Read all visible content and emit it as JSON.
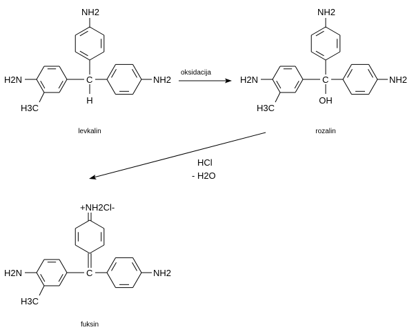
{
  "molecules": {
    "levkalin": {
      "name": "levkalin",
      "top": "NH2",
      "left": "H2N",
      "right": "NH2",
      "methyl": "H3C",
      "center": "C",
      "below": "H"
    },
    "rozalin": {
      "name": "rozalin",
      "top": "NH2",
      "left": "H2N",
      "right": "NH2",
      "methyl": "H3C",
      "center": "C",
      "below": "OH"
    },
    "fuksin": {
      "name": "fuksin",
      "top": "+NH2Cl-",
      "left": "H2N",
      "right": "NH2",
      "methyl": "H3C",
      "center": "C"
    }
  },
  "reactions": {
    "oxidation": {
      "label": "oksidacija"
    },
    "acid": {
      "reagent": "HCl",
      "byproduct": "- H2O"
    }
  }
}
